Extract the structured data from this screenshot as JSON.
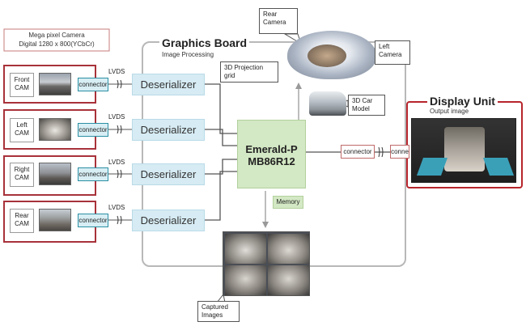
{
  "camera_spec": {
    "line1": "Mega pixel Camera",
    "line2": "Digital 1280 x 800(YCbCr)"
  },
  "graphics_board": {
    "title": "Graphics Board",
    "subtitle": "Image Processing"
  },
  "cameras": [
    {
      "label": "Front CAM",
      "connector": "connector",
      "lvds": "LVDS",
      "deserializer": "Deserializer"
    },
    {
      "label": "Left CAM",
      "connector": "connector",
      "lvds": "LVDS",
      "deserializer": "Deserializer"
    },
    {
      "label": "Right CAM",
      "connector": "connector",
      "lvds": "LVDS",
      "deserializer": "Deserializer"
    },
    {
      "label": "Rear CAM",
      "connector": "connector",
      "lvds": "LVDS",
      "deserializer": "Deserializer"
    }
  ],
  "processor": {
    "line1": "Emerald-P",
    "line2": "MB86R12"
  },
  "memory": "Memory",
  "callouts": {
    "rear_camera": "Rear Camera",
    "left_camera": "Left Camera",
    "projection_grid": "3D Projection grid",
    "car_model": "3D Car Model",
    "captured_images": "Captured Images"
  },
  "display_unit": {
    "title": "Display Unit",
    "subtitle": "Output image",
    "connector_left": "connector",
    "connector_right": "conne"
  },
  "colors": {
    "board_outline": "#b8b8b8",
    "camera_frame": "#a8323a",
    "deserializer_fill": "#d6ebf3",
    "processor_fill": "#d3e8c4",
    "connector_fill": "#d7eef4"
  }
}
